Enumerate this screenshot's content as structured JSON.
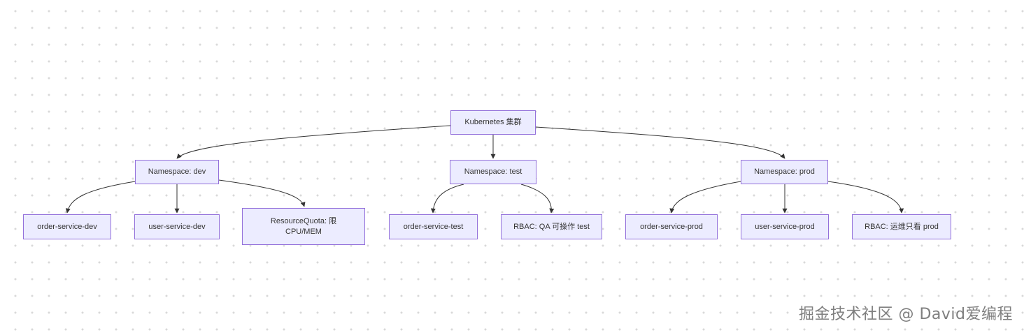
{
  "diagram": {
    "root": "Kubernetes 集群",
    "namespaces": [
      {
        "label": "Namespace: dev",
        "children": [
          "order-service-dev",
          "user-service-dev",
          "ResourceQuota: 限\nCPU/MEM"
        ]
      },
      {
        "label": "Namespace: test",
        "children": [
          "order-service-test",
          "RBAC: QA 可操作 test"
        ]
      },
      {
        "label": "Namespace: prod",
        "children": [
          "order-service-prod",
          "user-service-prod",
          "RBAC: 运维只看 prod"
        ]
      }
    ],
    "colors": {
      "node_fill": "#ECECFF",
      "node_border": "#9370DB",
      "edge": "#333333",
      "text": "#333333"
    }
  },
  "watermark": "掘金技术社区 @ David爱编程"
}
